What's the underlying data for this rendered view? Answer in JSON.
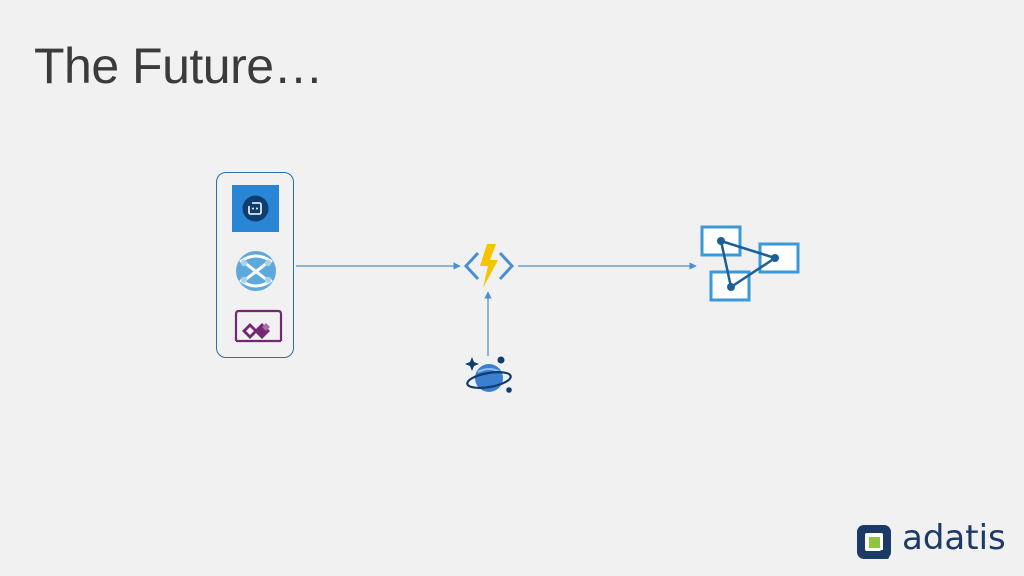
{
  "slide": {
    "title": "The Future…"
  },
  "diagram": {
    "sources": [
      {
        "name": "Service Bus",
        "icon": "service-bus-icon"
      },
      {
        "name": "App Service",
        "icon": "app-service-icon"
      },
      {
        "name": "PowerApps",
        "icon": "powerapps-icon"
      }
    ],
    "processor": {
      "icon": "azure-functions-icon"
    },
    "store": {
      "icon": "cosmos-db-icon"
    },
    "target": {
      "icon": "graph-database-icon"
    },
    "colors": {
      "connector": "#4a8fd0",
      "group_border": "#2e6ea8",
      "functions_bolt": "#f5c400",
      "cosmos": "#3c7fd0",
      "graph": "#3a9ad9",
      "powerapps": "#742774"
    }
  },
  "brand": {
    "name": "adatis",
    "colors": {
      "navy": "#1b3a66",
      "green": "#8dc63f"
    }
  }
}
